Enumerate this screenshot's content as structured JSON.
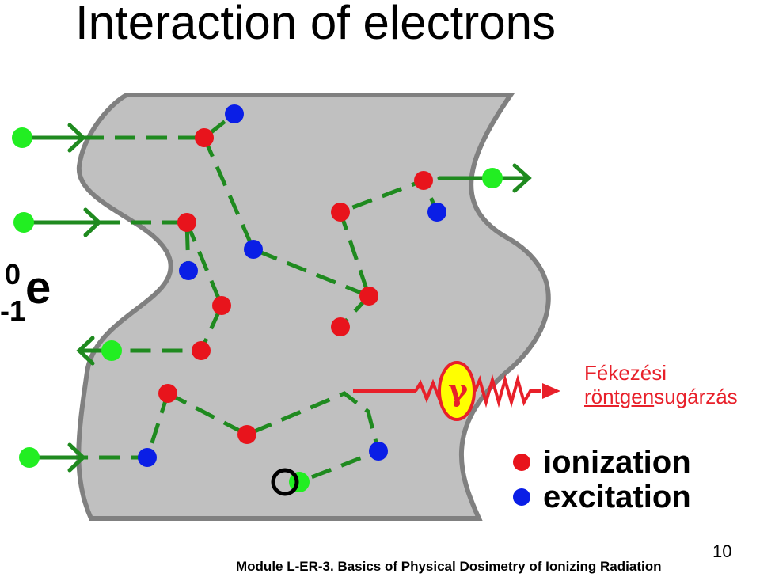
{
  "title": "Interaction of electrons",
  "symbol": {
    "mass_number": "0",
    "element": "e",
    "charge": "-1"
  },
  "gamma_label": "γ",
  "bremsstrahlung": {
    "line1": "Fékezési",
    "line2_underlined": "röntgen",
    "line2_rest": "sugárzás"
  },
  "legend": {
    "ionization": {
      "label": "ionization",
      "color": "#e8141c"
    },
    "excitation": {
      "label": "excitation",
      "color": "#0a1ee6"
    }
  },
  "footer": "Module L-ER-3. Basics of Physical Dosimetry of Ionizing Radiation",
  "page_number": "10",
  "colors": {
    "path": "#1f8a1f",
    "electron": "#22ee22",
    "material": "#c0c0c0",
    "material_border": "#808080",
    "photon": "#e8202a",
    "gamma_fill": "#ffff00"
  }
}
